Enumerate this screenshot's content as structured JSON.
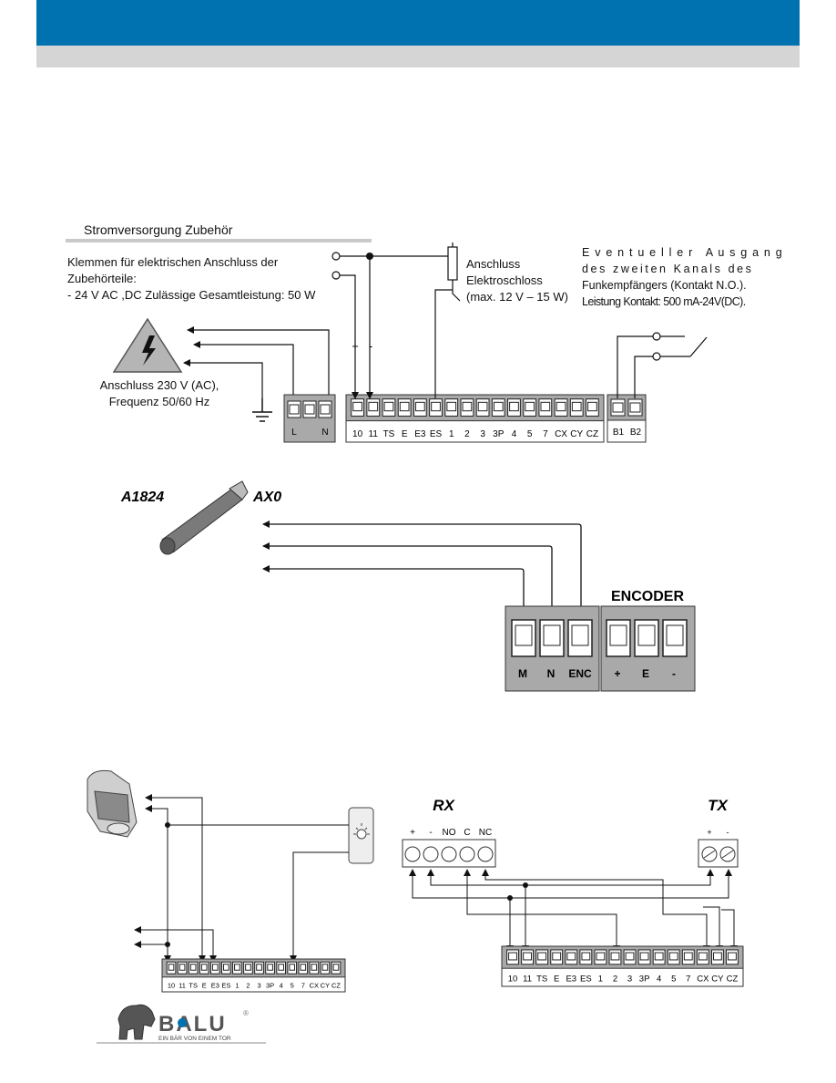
{
  "section1": {
    "title": "Stromversorgung Zubehör",
    "terminals_text": [
      "Klemmen für elektrischen Anschluss der",
      "Zubehörteile:",
      "- 24 V AC ,DC Zulässige Gesamtleistung: 50 W"
    ],
    "mains": [
      "Anschluss 230 V (AC),",
      "Frequenz 50/60 Hz"
    ],
    "lock": [
      "Anschluss",
      "Elektroschloss",
      "(max. 12 V – 15 W)"
    ],
    "second_channel": [
      "E v e n t u e l l e r   A u s g a n g",
      "des zweiten Kanals des",
      "Funkempfängers (Kontakt N.O.).",
      "Leistung Kontakt: 500 mA-24V(DC)."
    ],
    "polarity": [
      "+",
      "-"
    ],
    "power_labels": [
      "L",
      "N"
    ],
    "strip_labels": [
      "10",
      "11",
      "TS",
      "E",
      "E3",
      "ES",
      "1",
      "2",
      "3",
      "3P",
      "4",
      "5",
      "7",
      "CX",
      "CY",
      "CZ"
    ],
    "b_labels": [
      "B1",
      "B2"
    ]
  },
  "section2": {
    "model_a": "A1824",
    "model_b": "AX0",
    "encoder_title": "ENCODER",
    "motor_labels": [
      "M",
      "N",
      "ENC"
    ],
    "encoder_labels": [
      "+",
      "E",
      "-"
    ]
  },
  "section3": {
    "rx_title": "RX",
    "tx_title": "TX",
    "rx_labels": [
      "+",
      "-",
      "NO",
      "C",
      "NC"
    ],
    "tx_labels": [
      "+",
      "-"
    ],
    "strip_labels": [
      "10",
      "11",
      "TS",
      "E",
      "E3",
      "ES",
      "1",
      "2",
      "3",
      "3P",
      "4",
      "5",
      "7",
      "CX",
      "CY",
      "CZ"
    ]
  },
  "logo": {
    "brand": "BALU",
    "tagline": "EIN BÄR VON EINEM TOR",
    "registered": "®"
  },
  "colors": {
    "header_blue": "#0072b0",
    "sub_bar": "#d5d5d5",
    "block_gray": "#a9a9a9"
  }
}
